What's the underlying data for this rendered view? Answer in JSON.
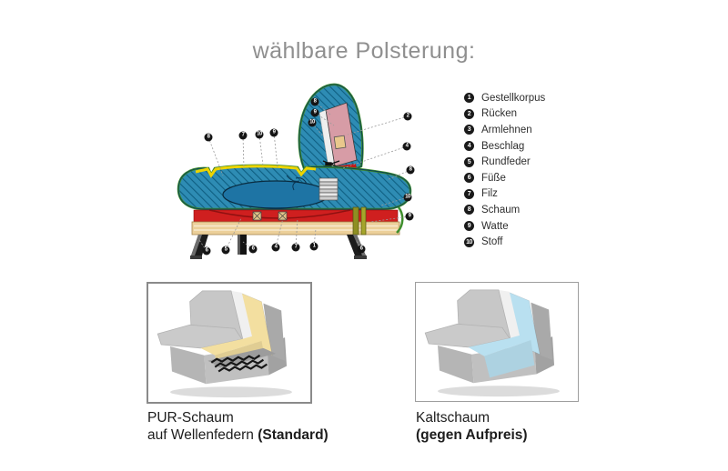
{
  "title": "wählbare Polsterung:",
  "legend": {
    "items": [
      {
        "num": "1",
        "label": "Gestellkorpus"
      },
      {
        "num": "2",
        "label": "Rücken"
      },
      {
        "num": "3",
        "label": "Armlehnen"
      },
      {
        "num": "4",
        "label": "Beschlag"
      },
      {
        "num": "5",
        "label": "Rundfeder"
      },
      {
        "num": "6",
        "label": "Füße"
      },
      {
        "num": "7",
        "label": "Filz"
      },
      {
        "num": "8",
        "label": "Schaum"
      },
      {
        "num": "9",
        "label": "Watte"
      },
      {
        "num": "10",
        "label": "Stoff"
      }
    ]
  },
  "diagram": {
    "callouts": [
      {
        "num": "8"
      },
      {
        "num": "7"
      },
      {
        "num": "10"
      },
      {
        "num": "9"
      },
      {
        "num": "8"
      },
      {
        "num": "9"
      },
      {
        "num": "10"
      },
      {
        "num": "2"
      },
      {
        "num": "4"
      },
      {
        "num": "8"
      },
      {
        "num": "10"
      },
      {
        "num": "9"
      },
      {
        "num": "6"
      },
      {
        "num": "5"
      },
      {
        "num": "6"
      },
      {
        "num": "4"
      },
      {
        "num": "7"
      },
      {
        "num": "1"
      },
      {
        "num": "6"
      }
    ]
  },
  "options": [
    {
      "line1": "PUR-Schaum",
      "line2": "auf Wellenfedern ",
      "line2_bold": "(Standard)"
    },
    {
      "line1": "Kaltschaum",
      "line2": "",
      "line2_bold": "(gegen Aufpreis)"
    }
  ],
  "colors": {
    "pur_foam": "#f3dfa0",
    "kalt_foam": "#b9e0f0",
    "foam_hatch_blue": "#2e8cb4",
    "fabric_green": "#3f8f2d",
    "felt_yellow": "#edd400",
    "frame_red": "#cf1f1f",
    "wood_tan": "#ecd09a",
    "back_pink": "#d79ca6"
  }
}
